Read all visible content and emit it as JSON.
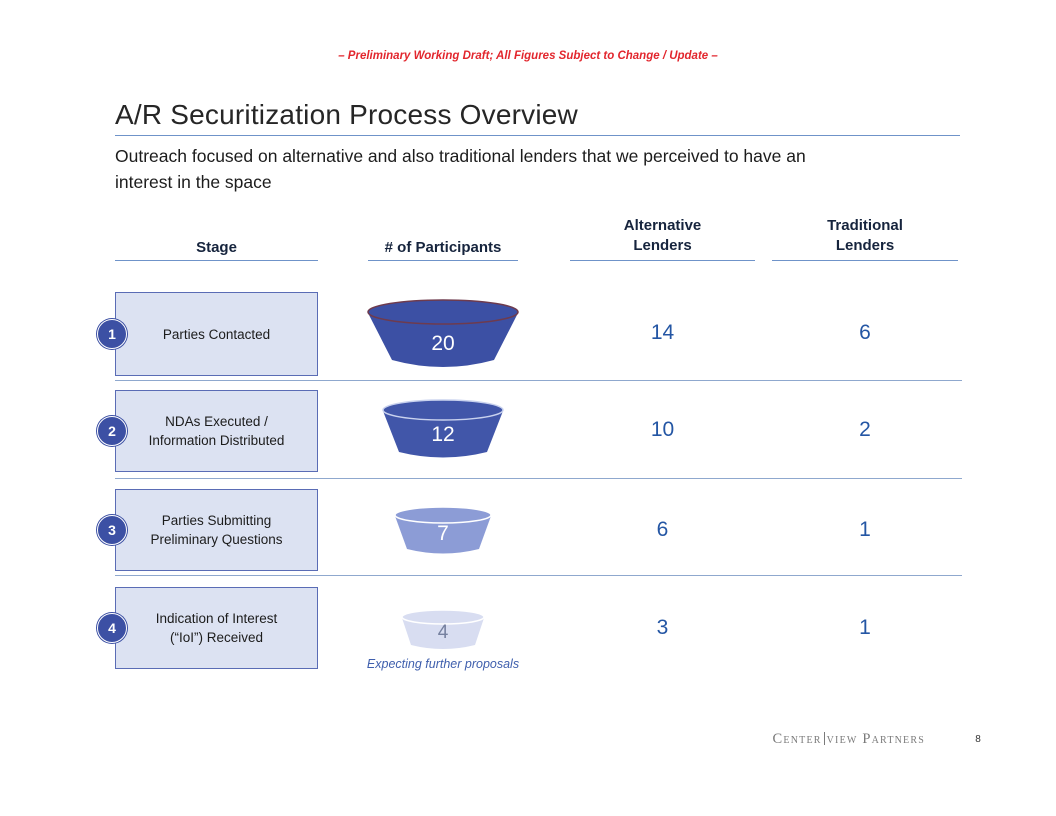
{
  "slide": {
    "disclaimer": "– Preliminary Working Draft; All Figures Subject to Change / Update –",
    "title": "A/R Securitization Process Overview",
    "subtitle": "Outreach focused on alternative and also traditional lenders that we perceived to have an\ninterest in the space",
    "note": "Expecting further proposals",
    "footer": {
      "logo_left": "Center",
      "logo_right": "view Partners",
      "page_number": "8"
    }
  },
  "table": {
    "headers": {
      "stage": "Stage",
      "participants": "# of Participants",
      "alternative": "Alternative\nLenders",
      "traditional": "Traditional\nLenders"
    },
    "rows": [
      {
        "num": "1",
        "stage": "Parties Contacted",
        "participants": "20",
        "alternative": "14",
        "traditional": "6"
      },
      {
        "num": "2",
        "stage": "NDAs Executed /\nInformation Distributed",
        "participants": "12",
        "alternative": "10",
        "traditional": "2"
      },
      {
        "num": "3",
        "stage": "Parties Submitting\nPreliminary Questions",
        "participants": "7",
        "alternative": "6",
        "traditional": "1"
      },
      {
        "num": "4",
        "stage": "Indication of Interest\n(“IoI”) Received",
        "participants": "4",
        "alternative": "3",
        "traditional": "1"
      }
    ]
  },
  "funnels": [
    {
      "body": "#3C50A4",
      "rim": "#6E3B4E",
      "number_color": "#FFFFFF"
    },
    {
      "body": "#4156A9",
      "rim": "#C9D2EE",
      "number_color": "#FFFFFF"
    },
    {
      "body": "#8C9CD6",
      "rim": "#FFFFFF",
      "number_color": "#FFFFFF"
    },
    {
      "body": "#D8DDF1",
      "rim": "#FFFFFF",
      "number_color": "#75809F"
    }
  ],
  "colors": {
    "accent_line": "#6F93C9",
    "value_text": "#2456A4",
    "disclaimer_red": "#E2262D",
    "badge_blue": "#3C50A4",
    "stage_box_fill": "#DCE2F2",
    "stage_box_border": "#5A6CB5",
    "note_blue": "#3F5FAD"
  },
  "chart_data": {
    "type": "funnel",
    "title": "A/R Securitization Process Overview",
    "categories": [
      "Parties Contacted",
      "NDAs Executed / Information Distributed",
      "Parties Submitting Preliminary Questions",
      "Indication of Interest (\"IoI\") Received"
    ],
    "series": [
      {
        "name": "# of Participants",
        "values": [
          20,
          12,
          7,
          4
        ]
      },
      {
        "name": "Alternative Lenders",
        "values": [
          14,
          10,
          6,
          3
        ]
      },
      {
        "name": "Traditional Lenders",
        "values": [
          6,
          2,
          1,
          1
        ]
      }
    ],
    "annotation": "Expecting further proposals"
  }
}
